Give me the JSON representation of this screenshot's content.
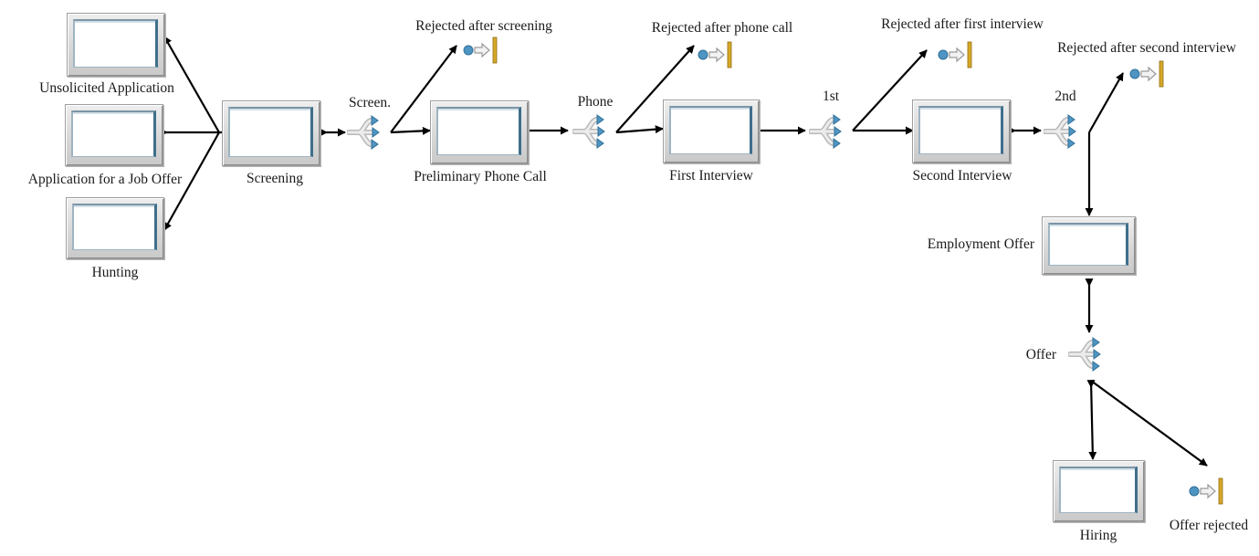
{
  "tasks": {
    "unsolicited_application": "Unsolicited Application",
    "application_for_job_offer": "Application for a Job Offer",
    "hunting": "Hunting",
    "screening": "Screening",
    "preliminary_phone_call": "Preliminary Phone Call",
    "first_interview": "First Interview",
    "second_interview": "Second Interview",
    "employment_offer": "Employment Offer",
    "hiring": "Hiring"
  },
  "gateways": {
    "screen": "Screen.",
    "phone": "Phone",
    "first": "1st",
    "second": "2nd",
    "offer": "Offer"
  },
  "end_events": {
    "rejected_after_screening": "Rejected after screening",
    "rejected_after_phone_call": "Rejected after phone call",
    "rejected_after_first_interview": "Rejected after first interview",
    "rejected_after_second_interview": "Rejected after second interview",
    "offer_rejected": "Offer rejected"
  },
  "icons": {
    "task": "task-box-icon",
    "gateway": "gateway-split-icon",
    "end_event": "end-event-icon"
  },
  "colors": {
    "edge": "#000000",
    "gateway_blue": "#4f95c3",
    "end_bar": "#d8a92a"
  }
}
